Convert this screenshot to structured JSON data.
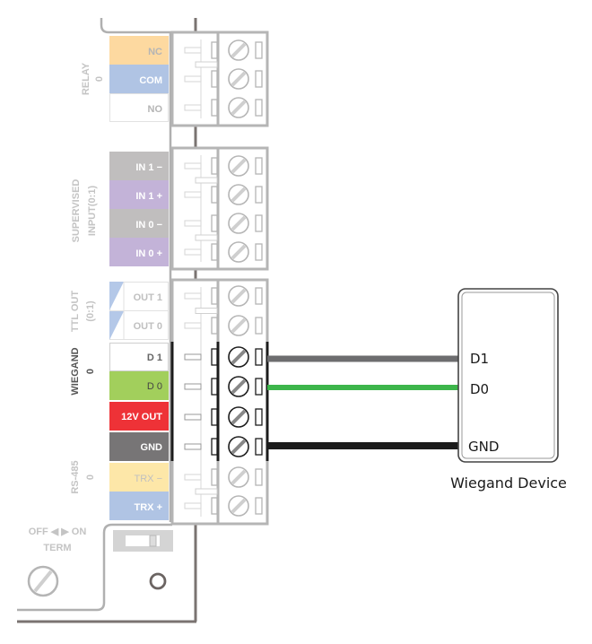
{
  "colors": {
    "nc": "#fdd9a0",
    "com": "#b0c4e4",
    "no": "#ffffff",
    "in_minus": "#c0bebe",
    "in_plus": "#c3b3d8",
    "ttl_tri": "#b4c8e8",
    "d1": "#ffffff",
    "d0": "#a2cf5c",
    "v12": "#ee3237",
    "gnd": "#777576",
    "trx_minus": "#fde7a8",
    "trx_plus": "#b0c4e4",
    "wire_d1": "#6d6d6f",
    "wire_d0": "#3cb54a",
    "wire_gnd": "#1c1c1c",
    "board_frame": "#7a7371",
    "faded": "#b5b5b5",
    "active": "#1c1c1c"
  },
  "groups": {
    "relay": {
      "title": "RELAY",
      "sub": "0"
    },
    "supervised": {
      "title": "SUPERVISED",
      "sub": "INPUT(0:1)"
    },
    "ttl": {
      "title": "TTL OUT",
      "sub": "(0:1)"
    },
    "wiegand": {
      "title": "WIEGAND",
      "sub": "0"
    },
    "rs485": {
      "title": "RS-485",
      "sub": "0"
    }
  },
  "pins": {
    "nc": "NC",
    "com": "COM",
    "no": "NO",
    "in1_minus": "IN 1 −",
    "in1_plus": "IN 1 +",
    "in0_minus": "IN 0 −",
    "in0_plus": "IN 0 +",
    "out1": "OUT 1",
    "out0": "OUT 0",
    "d1": "D 1",
    "d0": "D 0",
    "v12": "12V OUT",
    "gnd": "GND",
    "trx_minus": "TRX −",
    "trx_plus": "TRX +"
  },
  "term": {
    "switch_label": "OFF ◀ ▶ ON",
    "title": "TERM"
  },
  "device": {
    "name": "Wiegand Device",
    "pins": {
      "d1": "D1",
      "d0": "D0",
      "gnd": "GND"
    }
  }
}
